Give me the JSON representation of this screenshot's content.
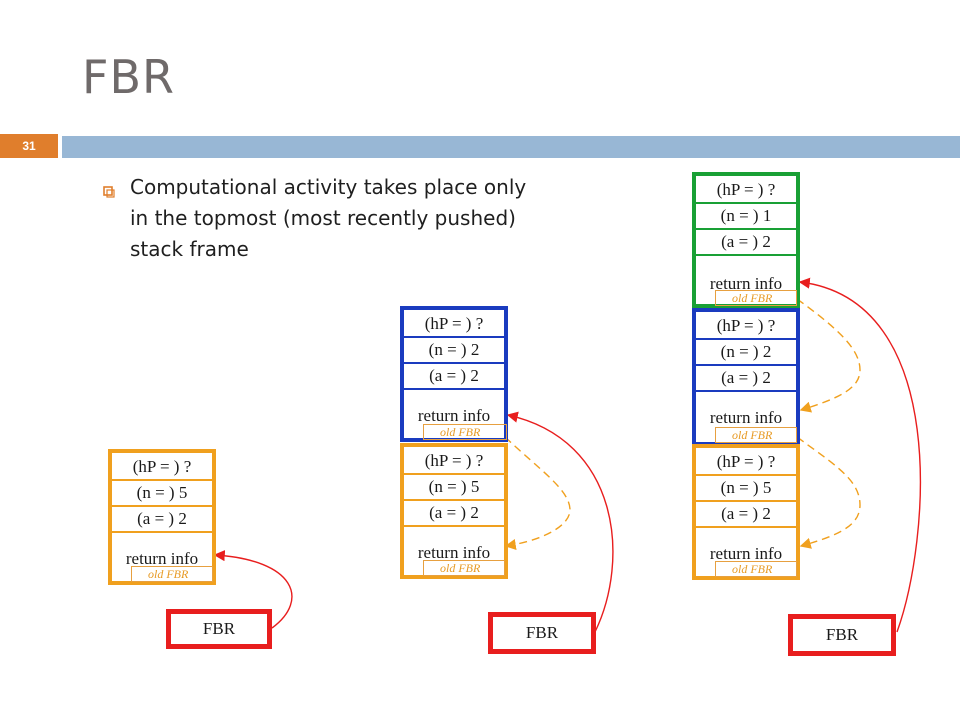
{
  "slide": {
    "title": "FBR",
    "page_number": "31",
    "bullet": "Computational activity takes place only in the topmost (most recently pushed) stack frame"
  },
  "frame_labels": {
    "hp": "(hP = ) ?",
    "n5": "(n = ) 5",
    "n2": "(n = ) 2",
    "n1": "(n = ) 1",
    "a2": "(a = ) 2",
    "return_info": "return info",
    "old_fbr": "old FBR"
  },
  "fbr_label": "FBR",
  "colors": {
    "title": "#6f6a6a",
    "bar": "#98b7d5",
    "page_badge": "#e07e2c",
    "frame_orange": "#f0a01e",
    "frame_blue": "#1a3bbf",
    "frame_green": "#19a035",
    "fbr_red": "#e81e1e",
    "dashed_link": "#f0a01e"
  }
}
